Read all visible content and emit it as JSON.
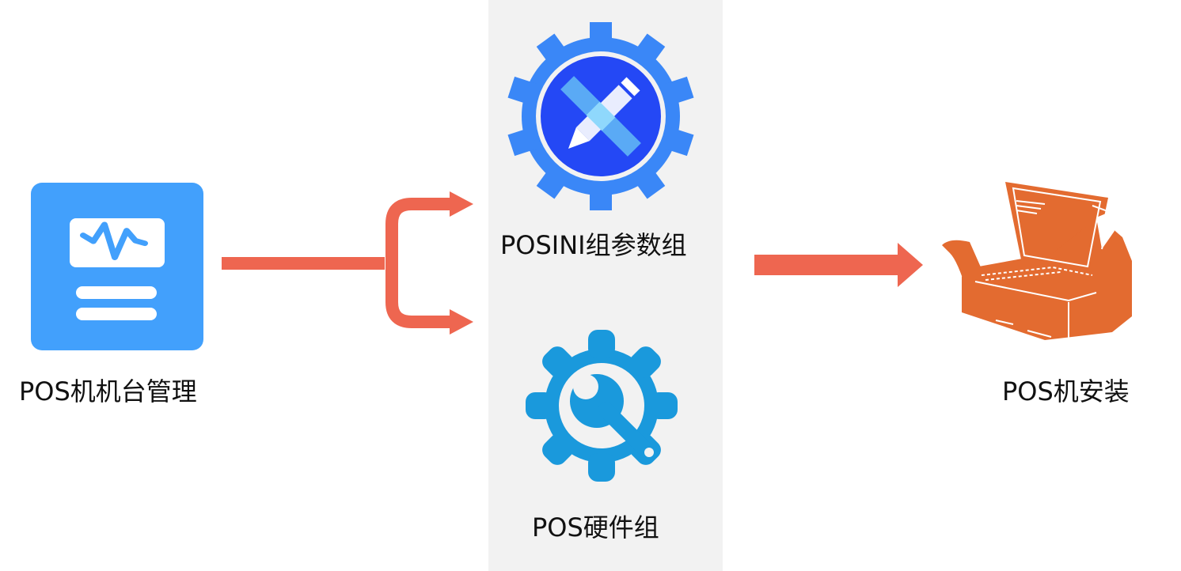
{
  "diagram": {
    "title": "",
    "nodes": [
      {
        "id": "management",
        "label": "POS机机台管理",
        "icon": "monitor-document-icon"
      },
      {
        "id": "param-group",
        "label": "POSINI组参数组",
        "icon": "gear-pencil-icon"
      },
      {
        "id": "hardware-group",
        "label": "POS硬件组",
        "icon": "gear-wrench-icon"
      },
      {
        "id": "install",
        "label": "POS机安装",
        "icon": "pos-terminal-icon"
      }
    ],
    "edges": [
      {
        "from": "management",
        "to": "param-group"
      },
      {
        "from": "management",
        "to": "hardware-group"
      },
      {
        "from": "param-group",
        "to": "install"
      }
    ],
    "colors": {
      "arrow": "#ee6650",
      "doc_icon": "#42a0fc",
      "gear_outer": "#3a87f7",
      "gear_inner": "#2448f5",
      "wrench_gear": "#1a99dc",
      "pos": "#e36b30",
      "panel": "#f2f2f2"
    }
  }
}
